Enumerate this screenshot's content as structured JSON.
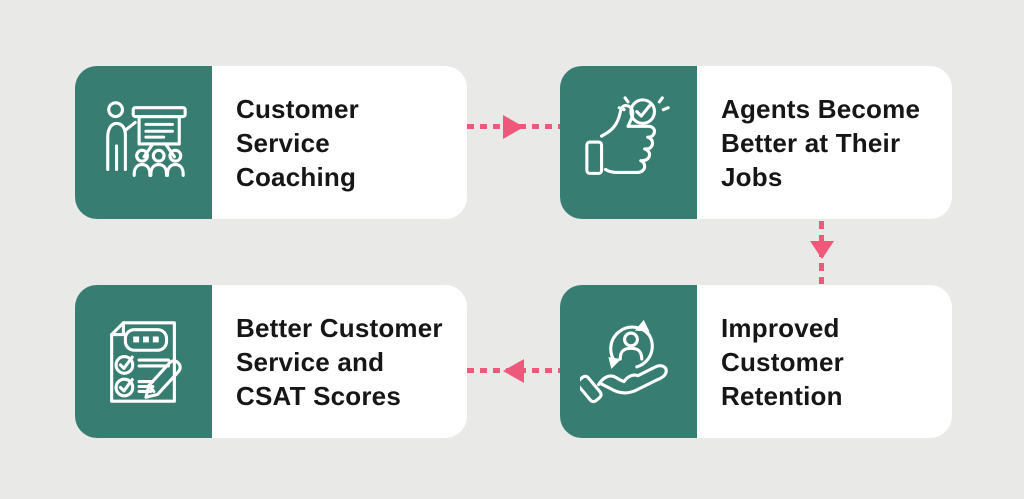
{
  "colors": {
    "background": "#E9E9E7",
    "card_background": "#FFFFFF",
    "icon_panel_green": "#377D71",
    "arrow_pink": "#EE587A",
    "label_text": "#161616",
    "icon_stroke": "#FFFFFF"
  },
  "cards": [
    {
      "id": "customer-service-coaching",
      "label": "Customer\nService\nCoaching",
      "icon": "presentation-training-icon"
    },
    {
      "id": "agents-become-better",
      "label": "Agents Become\nBetter at Their\nJobs",
      "icon": "thumbs-up-check-icon"
    },
    {
      "id": "improved-customer-retention",
      "label": "Improved\nCustomer\nRetention",
      "icon": "customer-retention-hand-icon"
    },
    {
      "id": "better-customer-service-csat",
      "label": "Better Customer\nService and\nCSAT Scores",
      "icon": "checklist-pencil-icon"
    }
  ],
  "arrows": [
    {
      "from": "customer-service-coaching",
      "to": "agents-become-better",
      "direction": "right",
      "style": "dashed"
    },
    {
      "from": "agents-become-better",
      "to": "improved-customer-retention",
      "direction": "down",
      "style": "dashed"
    },
    {
      "from": "improved-customer-retention",
      "to": "better-customer-service-csat",
      "direction": "left",
      "style": "dashed"
    }
  ]
}
